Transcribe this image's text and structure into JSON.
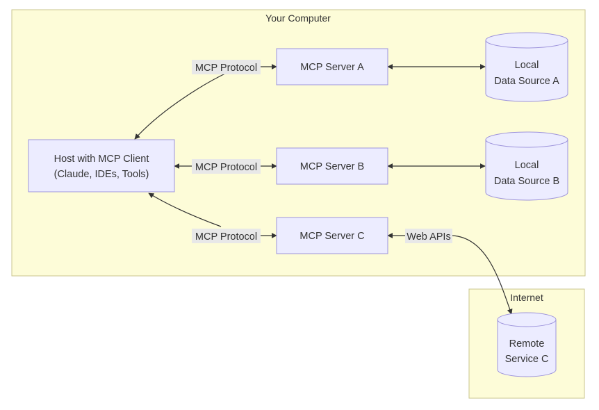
{
  "clusters": {
    "computer": {
      "label": "Your Computer"
    },
    "internet": {
      "label": "Internet"
    }
  },
  "nodes": {
    "host": {
      "line1": "Host with MCP Client",
      "line2": "(Claude, IDEs, Tools)"
    },
    "server_a": {
      "label": "MCP Server A"
    },
    "server_b": {
      "label": "MCP Server B"
    },
    "server_c": {
      "label": "MCP Server C"
    },
    "source_a": {
      "line1": "Local",
      "line2": "Data Source A"
    },
    "source_b": {
      "line1": "Local",
      "line2": "Data Source B"
    },
    "remote_c": {
      "line1": "Remote",
      "line2": "Service C"
    }
  },
  "edges": {
    "host_a": {
      "label": "MCP Protocol"
    },
    "host_b": {
      "label": "MCP Protocol"
    },
    "host_c": {
      "label": "MCP Protocol"
    },
    "c_remote": {
      "label": "Web APIs"
    }
  },
  "colors": {
    "cluster_fill": "#fdfcd8",
    "cluster_stroke": "#c9c58e",
    "node_fill": "#ececff",
    "node_stroke": "#9d93db",
    "edge": "#333333",
    "edge_label_bg": "#e8e8e8"
  }
}
